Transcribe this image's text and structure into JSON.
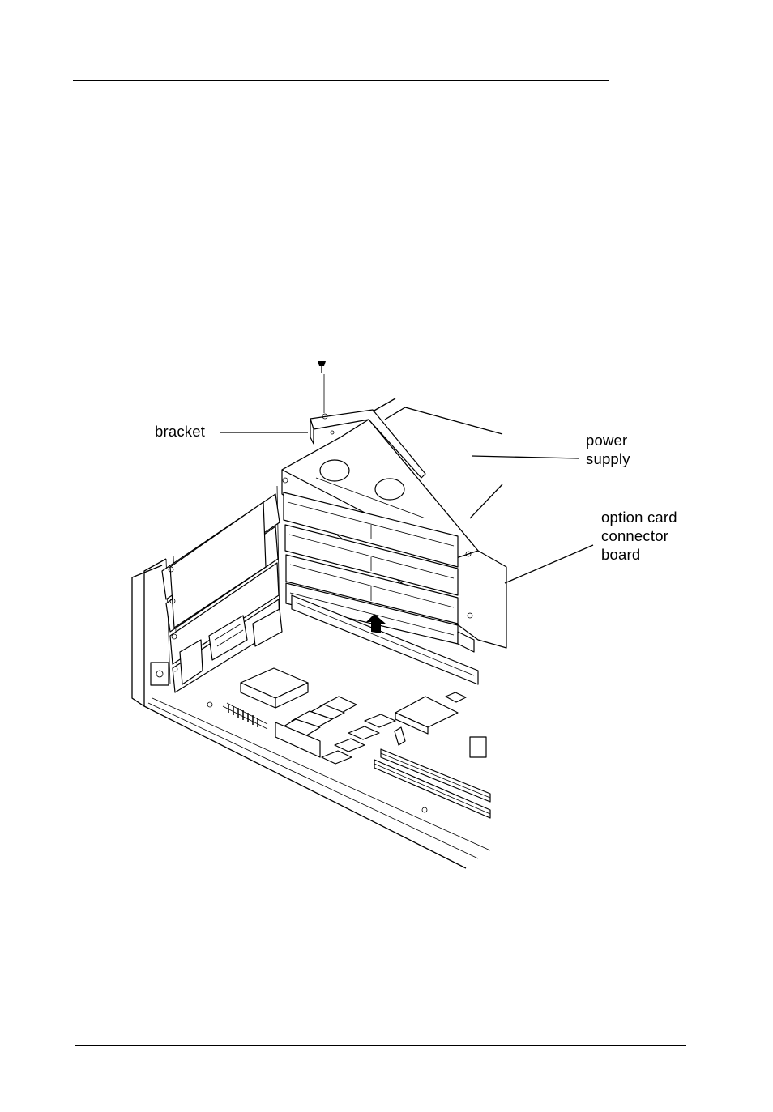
{
  "figure": {
    "labels": {
      "bracket": "bracket",
      "power_supply_line1": "power",
      "power_supply_line2": "supply",
      "option_card_line1": "option card",
      "option_card_line2": "connector",
      "option_card_line3": "board"
    },
    "parts": [
      "screw",
      "bracket",
      "power supply",
      "option card connector board",
      "expansion slots",
      "system board",
      "insertion arrow"
    ]
  }
}
